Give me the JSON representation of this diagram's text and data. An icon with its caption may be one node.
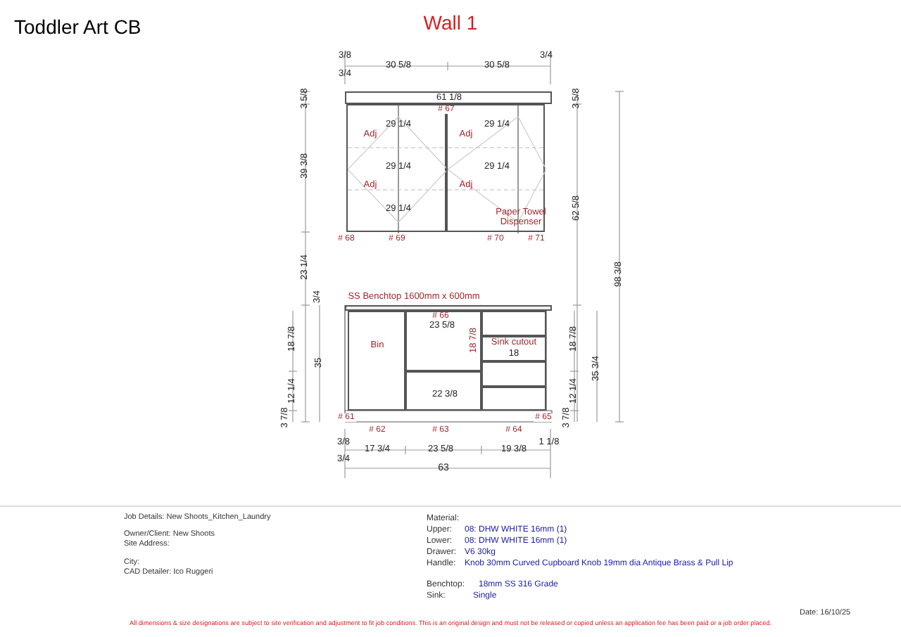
{
  "diagram": {
    "title": "Toddler Art CB",
    "nodes": [
      {
        "text": [
          "61 1/8"
        ]
      },
      {
        "text": [
          "29 1/4",
          "Adj",
          "29 1/4",
          "Adj",
          "29 1/4"
        ]
      },
      {
        "text": [
          "29 1/4",
          "Adj",
          "29 1/4",
          "Adj",
          "Paper Towel Dispenser"
        ]
      },
      {
        "text": [
          "SS Benchtop 1600mm x 600mm"
        ]
      },
      {
        "text": [
          "Bin"
        ]
      },
      {
        "text": [
          "23 5/8"
        ]
      },
      {
        "text": [
          "22 3/8"
        ]
      },
      {
        "text": [],
        "shape": "box"
      },
      {
        "text": [
          "Sink cutout",
          "18"
        ]
      },
      {
        "text": [],
        "shape": "box"
      },
      {
        "text": [],
        "shape": "box"
      }
    ],
    "labels": [
      "Wall 1",
      "3/8",
      "30 5/8",
      "30 5/8",
      "3/4",
      "3/4",
      "# 67",
      "# 68",
      "# 69",
      "# 70",
      "# 71",
      "3 5/8",
      "39 3/8",
      "23 1/4",
      "3/4",
      "18 7/8",
      "35",
      "12 1/4",
      "3 7/8",
      "3 5/8",
      "62 5/8",
      "98 3/8",
      "18 7/8",
      "35 3/4",
      "12 1/4",
      "3 7/8",
      "# 66",
      "18 7/8",
      "# 61",
      "# 62",
      "# 63",
      "# 64",
      "# 65",
      "3/8",
      "17 3/4",
      "23 5/8",
      "19 3/8",
      "1 1/8",
      "3/4",
      "63",
      "Job Details: New Shoots_Kitchen_Laundry",
      "Owner/Client: New Shoots",
      "Site Address:",
      "City:",
      "CAD Detailer: Ico Ruggeri",
      "Material:",
      "Upper:",
      "08: DHW WHITE 16mm (1)",
      "Lower:",
      "08: DHW WHITE 16mm (1)",
      "Drawer:",
      "V6 30kg",
      "Handle:",
      "Knob 30mm Curved Cupboard Knob 19mm dia Antique Brass & Pull Lip",
      "Benchtop:",
      "18mm SS 316 Grade",
      "Sink:",
      "Single",
      "Date: 16/10/25",
      "All dimensions & size designations are subject to site verification and adjustment to fit job conditions. This is an original design and must not be released or copied unless an application fee has been paid or a job order placed."
    ]
  }
}
